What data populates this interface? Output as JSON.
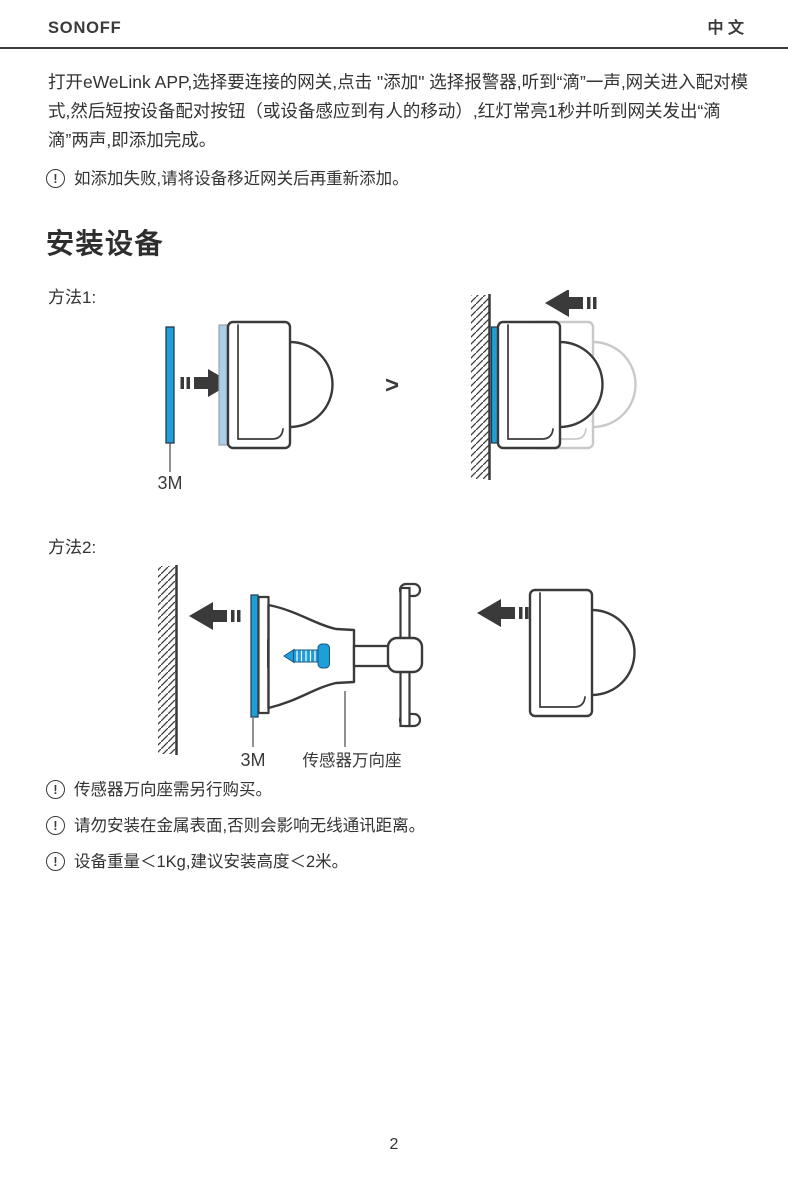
{
  "header": {
    "brand": "SONOFF",
    "language": "中 文"
  },
  "icons": {
    "note": "!"
  },
  "intro": {
    "paragraph": "打开eWeLink APP,选择要连接的网关,点击 \"添加\" 选择报警器,听到“滴”一声,网关进入配对模式,然后短按设备配对按钮（或设备感应到有人的移动）,红灯常亮1秒并听到网关发出“滴滴”两声,即添加完成。",
    "note": "如添加失败,请将设备移近网关后再重新添加。"
  },
  "install": {
    "title": "安装设备",
    "method1_label": "方法1:",
    "method2_label": "方法2:",
    "diagram1": {
      "sticker_label": "3M",
      "separator": ">"
    },
    "diagram2": {
      "sticker_label": "3M",
      "mount_label": "传感器万向座"
    },
    "notes": [
      "传感器万向座需另行购买。",
      "请勿安装在金属表面,否则会影响无线通讯距离。",
      "设备重量＜1Kg,建议安装高度＜2米。"
    ],
    "colors": {
      "accent_blue": "#1e9fd8",
      "sticker_light_blue": "#a9cfe9",
      "line_dark": "#3a3a3a",
      "ghost_gray": "#c9c9c9"
    }
  },
  "footer": {
    "page_number": "2"
  }
}
